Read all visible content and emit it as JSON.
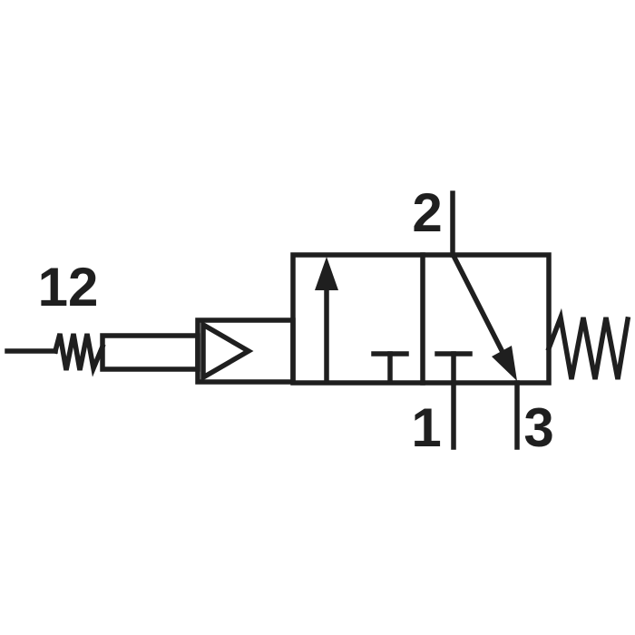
{
  "diagram": {
    "kind": "pneumatic-valve-symbol",
    "labels": {
      "pilot_port": "12",
      "port_top": "2",
      "port_bottom_left": "1",
      "port_bottom_right": "3"
    },
    "colors": {
      "line": "#1f1f1f",
      "background": "#ffffff"
    }
  }
}
